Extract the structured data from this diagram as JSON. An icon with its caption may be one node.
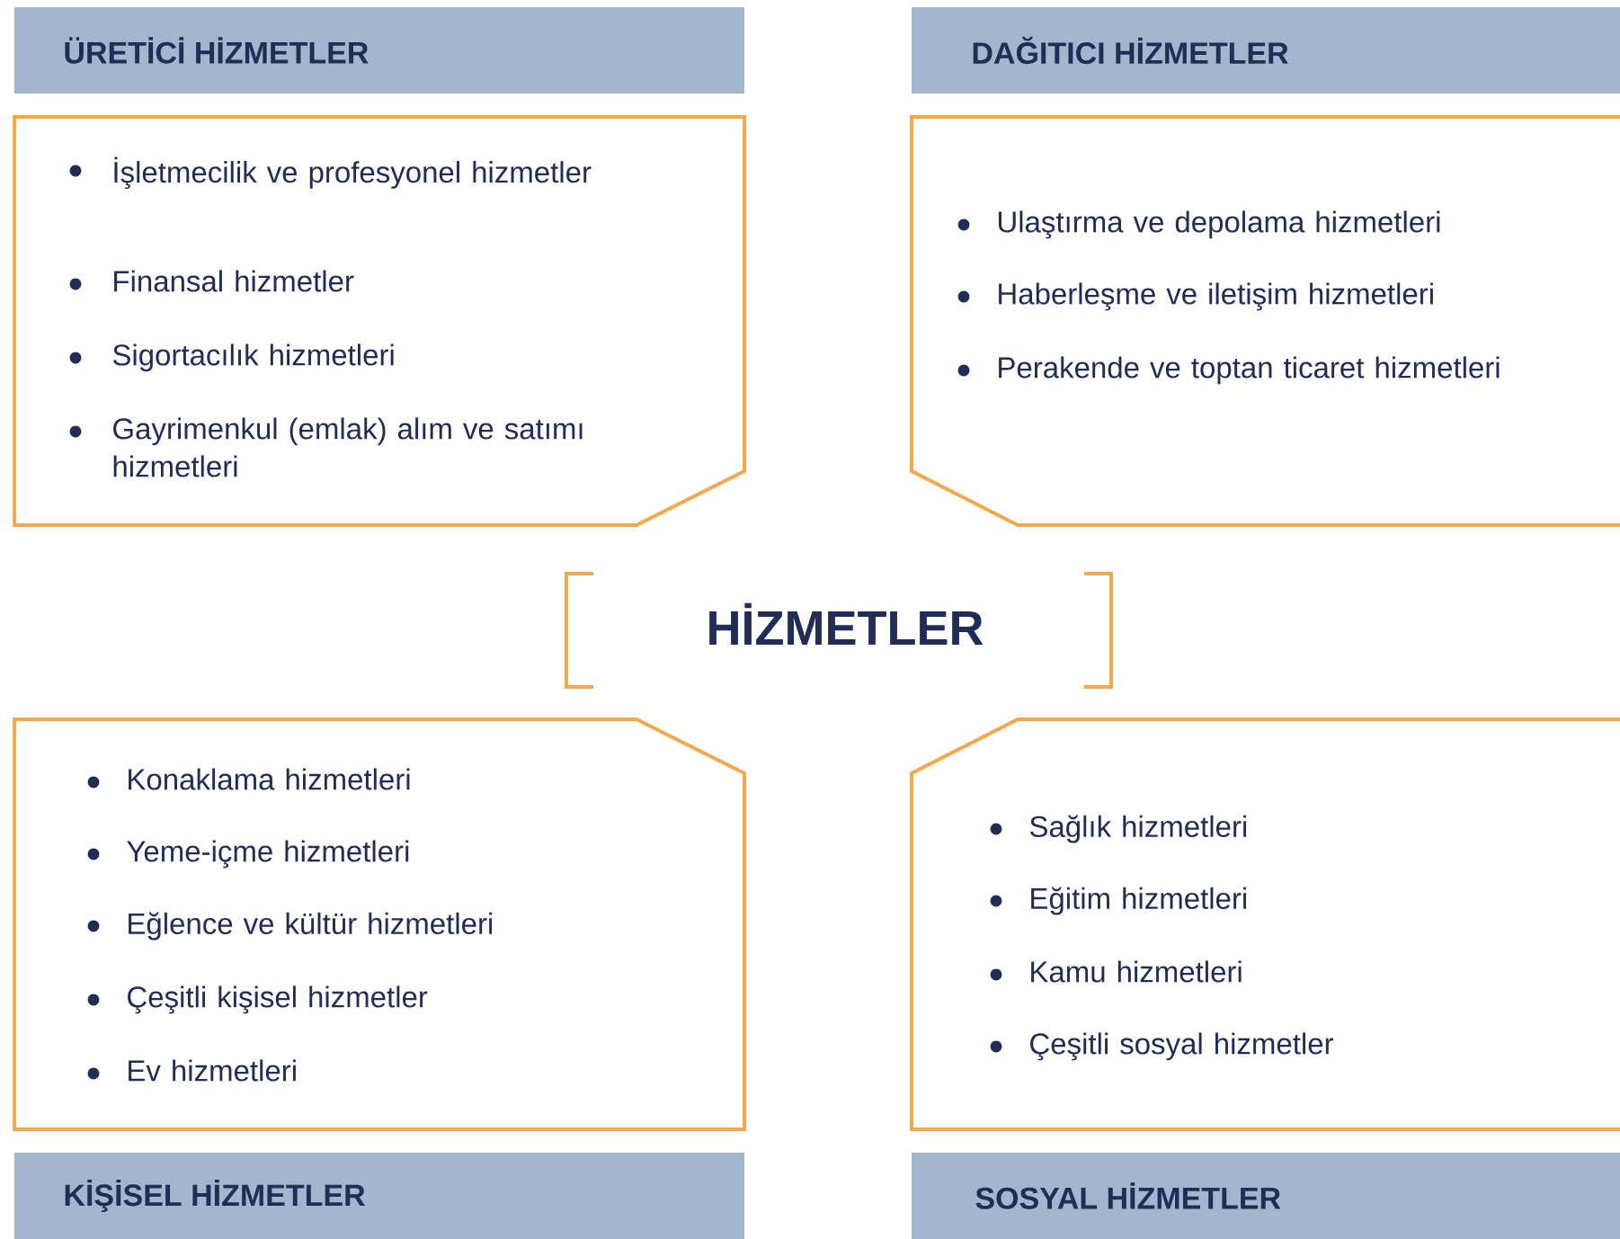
{
  "diagram": {
    "title": "HİZMETLER",
    "nodes": [
      {
        "text": [
          "ÜRETİCİ HİZMETLER"
        ]
      },
      {
        "text": [
          "DAĞITICI HİZMETLER"
        ]
      },
      {
        "text": [
          "İşletmecilik ve profesyonel hizmetler",
          "Finansal hizmetler",
          "Sigortacılık hizmetleri",
          "Gayrimenkul (emlak) alım ve satımı hizmetleri"
        ]
      },
      {
        "text": [
          "Ulaştırma ve depolama hizmetleri",
          "Haberleşme ve iletişim hizmetleri",
          "Perakende ve toptan ticaret hizmetleri"
        ]
      },
      {
        "text": [
          "Konaklama hizmetleri",
          "Yeme-içme hizmetleri",
          "Eğlence ve kültür hizmetleri",
          "Çeşitli kişisel hizmetler",
          "Ev hizmetleri"
        ]
      },
      {
        "text": [
          "Sağlık hizmetleri",
          "Eğitim hizmetleri",
          "Kamu hizmetleri",
          "Çeşitli sosyal hizmetler"
        ]
      },
      {
        "text": [
          "KİŞİSEL HİZMETLER"
        ]
      },
      {
        "text": [
          "SOSYAL HİZMETLER"
        ]
      }
    ]
  }
}
